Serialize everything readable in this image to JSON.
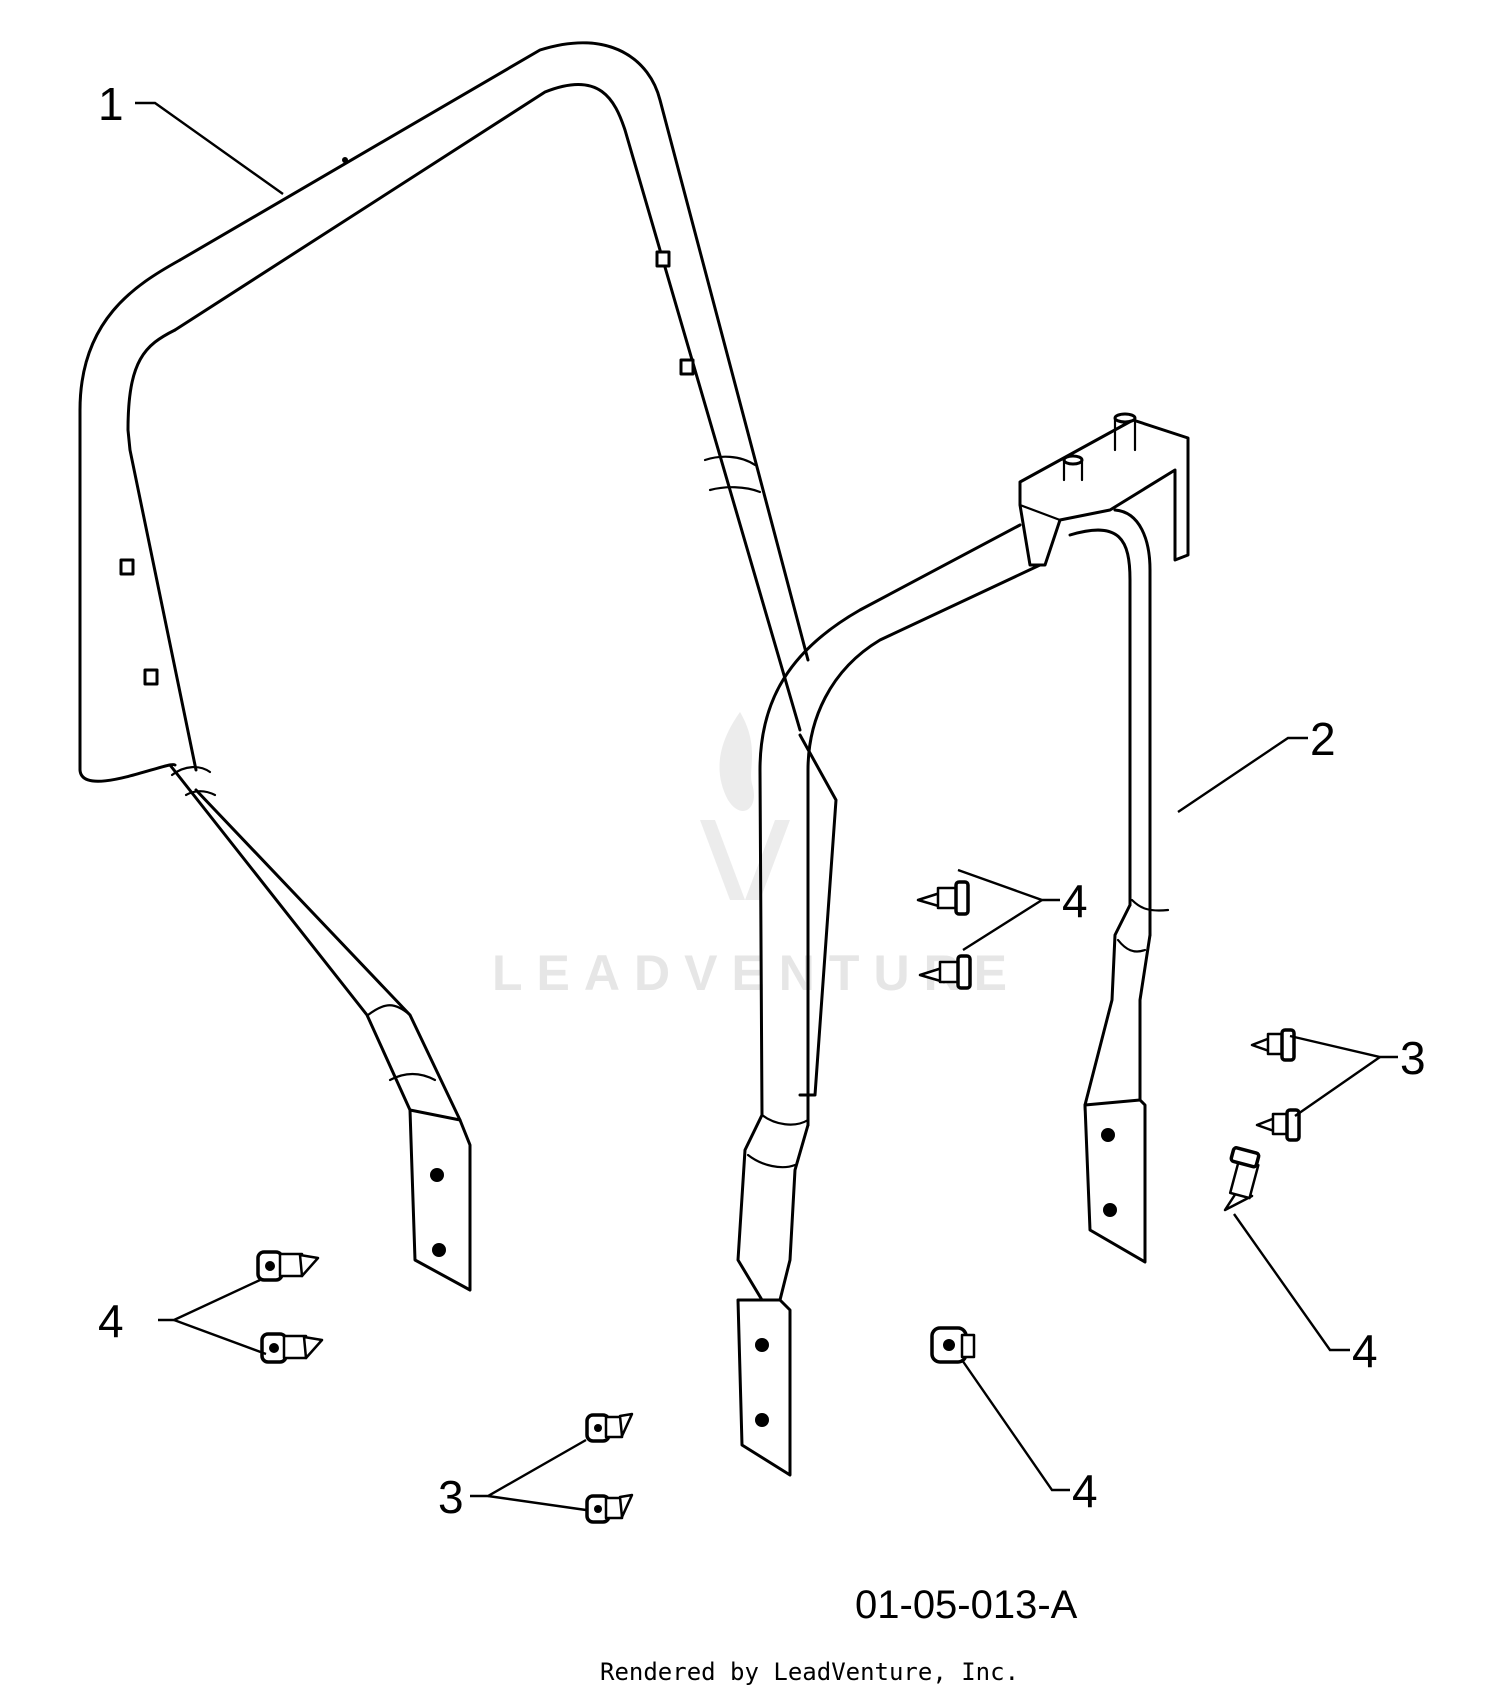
{
  "diagram": {
    "callouts": [
      {
        "id": "c1",
        "text": "1"
      },
      {
        "id": "c2",
        "text": "2"
      },
      {
        "id": "c3a",
        "text": "3"
      },
      {
        "id": "c3b",
        "text": "3"
      },
      {
        "id": "c4a",
        "text": "4"
      },
      {
        "id": "c4b",
        "text": "4"
      },
      {
        "id": "c4c",
        "text": "4"
      },
      {
        "id": "c4d",
        "text": "4"
      }
    ],
    "drawing_number": "01-05-013-A",
    "watermark": "LEADVENTURE",
    "footer": "Rendered by LeadVenture, Inc."
  }
}
